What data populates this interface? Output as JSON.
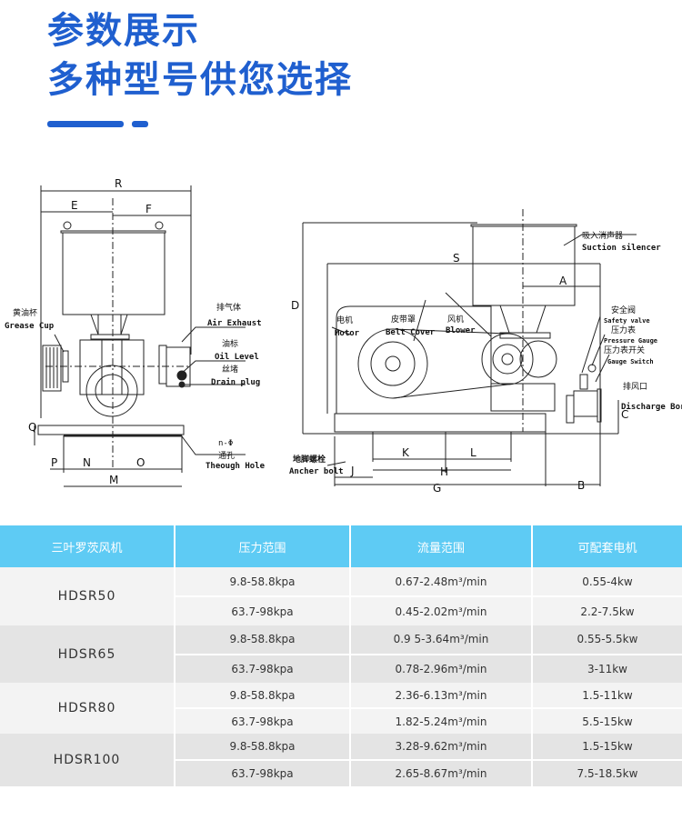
{
  "header": {
    "line1": "参数展示",
    "line2": "多种型号供您选择",
    "accent": "#1f5fcf"
  },
  "drawing": {
    "front": {
      "R": "R",
      "E": "E",
      "F": "F",
      "P": "P",
      "N": "N",
      "O": "O",
      "M": "M",
      "Q": "Q",
      "grease_cn": "黄油杯",
      "grease_en": "Grease Cup",
      "exhaust_cn": "排气体",
      "exhaust_en": "Air Exhaust",
      "oil_cn": "油标",
      "oil_en": "Oil Level",
      "drain_cn": "丝堵",
      "drain_en": "Drain plug",
      "hole_n": "n-Φ",
      "hole_cn": "通孔",
      "hole_en": "Theough Hole"
    },
    "side": {
      "S": "S",
      "A": "A",
      "D": "D",
      "K": "K",
      "L": "L",
      "H": "H",
      "G": "G",
      "J": "J",
      "B": "B",
      "C": "C",
      "silencer_cn": "吸入消声器",
      "silencer_en": "Suction silencer",
      "motor_cn": "电机",
      "motor_en": "Motor",
      "belt_cn": "皮带罩",
      "belt_en": "Belt Cover",
      "blower_cn": "风机",
      "blower_en": "Blower",
      "safety_cn": "安全阀",
      "safety_en": "Safety valve",
      "gauge_cn": "压力表",
      "gauge_en": "Pressure Gauge",
      "switch_cn": "压力表开关",
      "switch_en": "Gauge Switch",
      "discharge_cn": "排风口",
      "discharge_en": "Discharge Bore",
      "anchor_cn": "地脚螺栓",
      "anchor_en": "Ancher bolt"
    }
  },
  "table": {
    "headers": [
      "三叶罗茨风机",
      "压力范围",
      "流量范围",
      "可配套电机"
    ],
    "header_color": "#5ecbf4",
    "groups": [
      {
        "model": "HDSR50",
        "rows": [
          [
            "9.8-58.8kpa",
            "0.67-2.48m³/min",
            "0.55-4kw"
          ],
          [
            "63.7-98kpa",
            "0.45-2.02m³/min",
            "2.2-7.5kw"
          ]
        ]
      },
      {
        "model": "HDSR65",
        "rows": [
          [
            "9.8-58.8kpa",
            "0.9 5-3.64m³/min",
            "0.55-5.5kw"
          ],
          [
            "63.7-98kpa",
            "0.78-2.96m³/min",
            "3-11kw"
          ]
        ]
      },
      {
        "model": "HDSR80",
        "rows": [
          [
            "9.8-58.8kpa",
            "2.36-6.13m³/min",
            "1.5-11kw"
          ],
          [
            "63.7-98kpa",
            "1.82-5.24m³/min",
            "5.5-15kw"
          ]
        ]
      },
      {
        "model": "HDSR100",
        "rows": [
          [
            "9.8-58.8kpa",
            "3.28-9.62m³/min",
            "1.5-15kw"
          ],
          [
            "63.7-98kpa",
            "2.65-8.67m³/min",
            "7.5-18.5kw"
          ]
        ]
      }
    ]
  }
}
